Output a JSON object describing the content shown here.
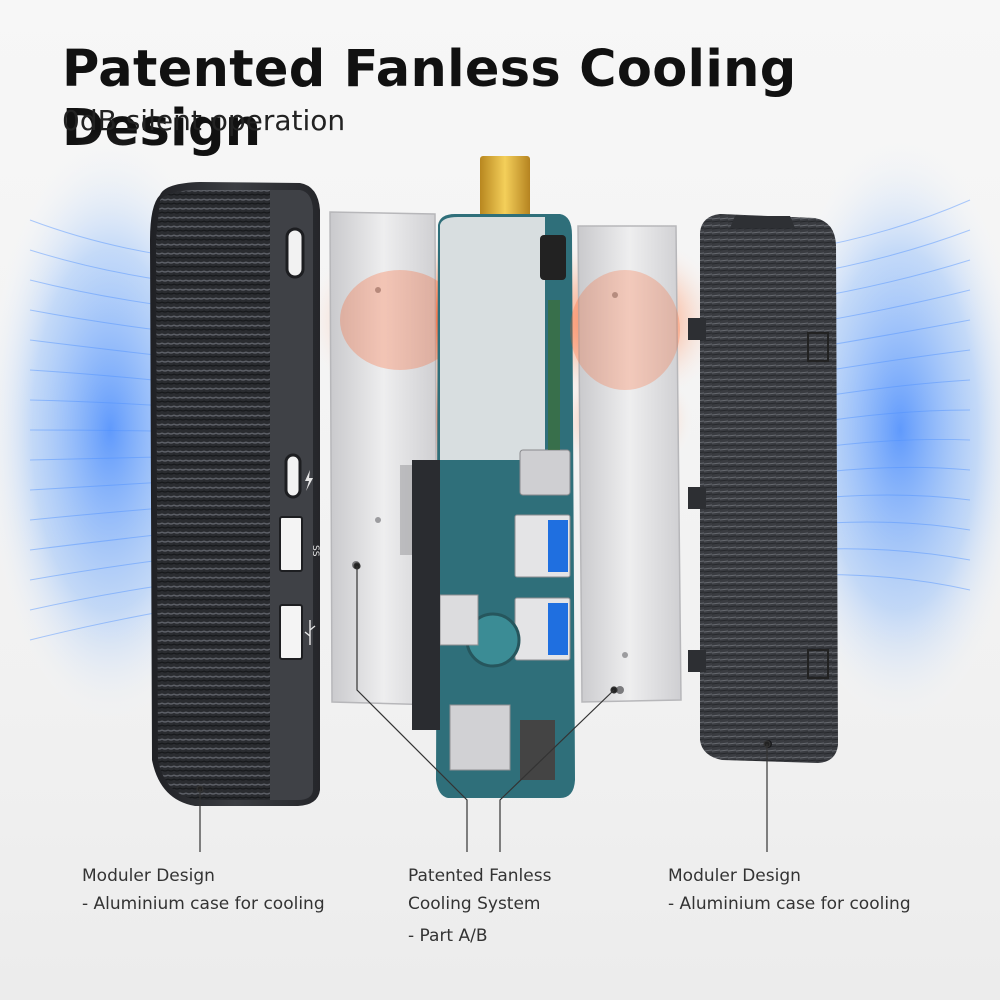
{
  "header": {
    "title": "Patented Fanless Cooling Design",
    "subtitle": "0dB silent operation"
  },
  "captions": {
    "left": {
      "heading": "Moduler Design",
      "detail": "- Aluminium case for cooling"
    },
    "middle": {
      "heading_line1": "Patented Fanless",
      "heading_line2": "Cooling System",
      "detail": "- Part A/B"
    },
    "right": {
      "heading": "Moduler Design",
      "detail": "- Aluminium case for cooling"
    }
  },
  "port_labels": {
    "usb3": "SS",
    "usb2": ""
  },
  "colors": {
    "case_dark": "#2b2d31",
    "airflow_blue": "#3a86ff",
    "heat_orange": "#ff5a1f",
    "heatsink_silver": "#d8d8da",
    "pcb_teal": "#2f6f7a",
    "connector_gold": "#e0b23a"
  },
  "icons": [
    "thunderbolt-icon",
    "usb-superspeed-icon",
    "usb-icon"
  ]
}
